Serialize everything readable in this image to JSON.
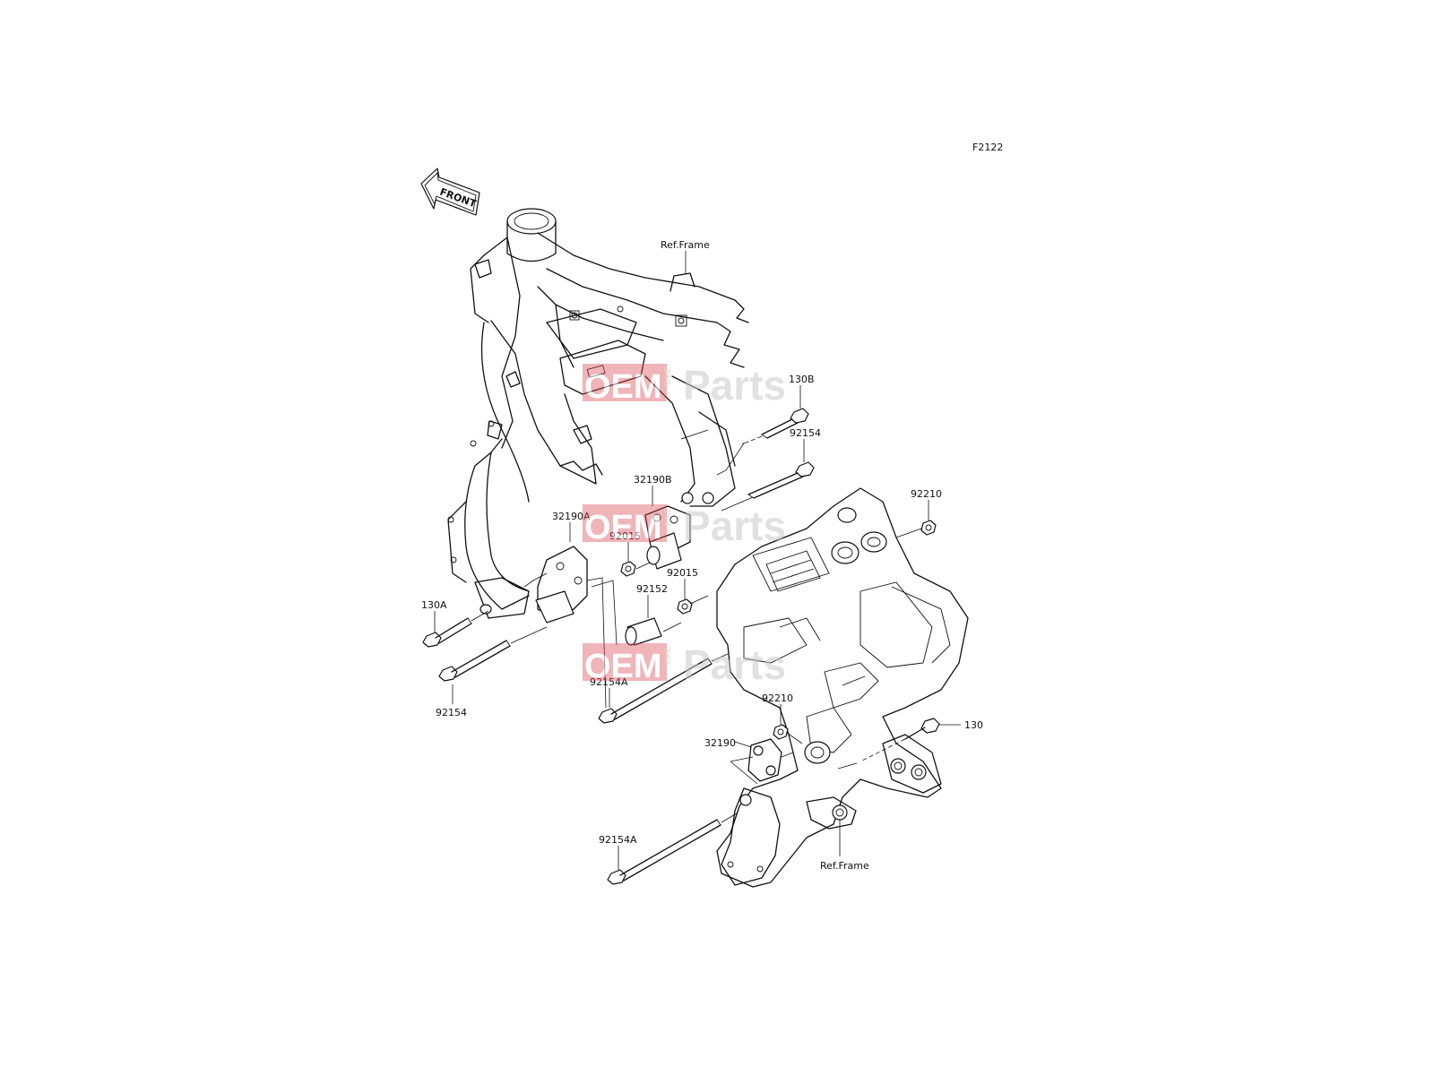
{
  "diagram_code": "F2122",
  "front_arrow_label": "FRONT",
  "watermark": {
    "oem": "OEM",
    "parts": "Parts",
    "bike": "BIKE",
    "red": "#d94b55",
    "gray": "#c9c9c9"
  },
  "callouts": {
    "ref_frame_top": "Ref.Frame",
    "ref_frame_bottom": "Ref.Frame",
    "p130b": "130B",
    "p92154_top": "92154",
    "p32190b": "32190B",
    "p92210_right": "92210",
    "p32190a": "32190A",
    "p92015_left": "92015",
    "p92015_right": "92015",
    "p92152": "92152",
    "p130a": "130A",
    "p92154a_mid": "92154A",
    "p92154_left": "92154",
    "p92210_lower": "92210",
    "p32190": "32190",
    "p130": "130",
    "p92154a_bottom": "92154A"
  }
}
